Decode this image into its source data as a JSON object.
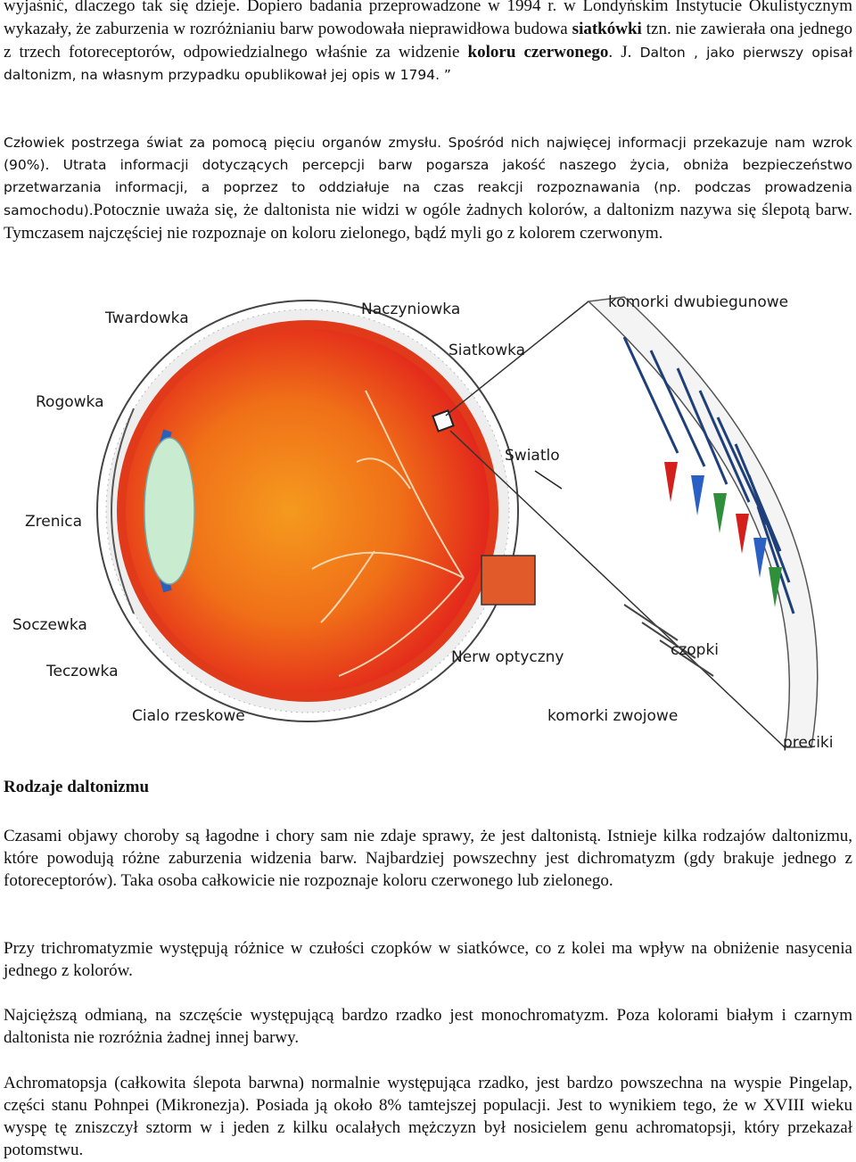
{
  "intro": {
    "s1": "wyjaśnić, dlaczego tak się dzieje. Dopiero badania przeprowadzone w 1994 r. w Londyńskim Instytucie Okulistycznym wykazały, że zaburzenia w rozróżnianiu barw powodowała nieprawidłowa budowa ",
    "s1_bold": "siatkówki",
    "s2": " tzn. nie zawierała ona jednego z trzech fotoreceptorów, odpowiedzialnego właśnie za widzenie ",
    "s2_bold": "koloru czerwonego",
    "s3": ". J.",
    "s4": " Dalton , jako pierwszy opisał daltonizm, na własnym przypadku opublikował jej opis  w 1794. ”"
  },
  "human": {
    "s1": "Człowiek postrzega świat za pomocą pięciu organów zmysłu. Spośród nich najwięcej informacji przekazuje nam wzrok (90%). Utrata informacji dotyczących percepcji barw pogarsza jakość naszego życia, obniża bezpieczeństwo przetwarzania informacji, a poprzez to oddziałuje na czas reakcji rozpoznawania (np. podczas prowadzenia samochodu).",
    "s2": "Potocznie uważa się, że daltonista nie widzi w ogóle żadnych kolorów, a daltonizm nazywa się ślepotą barw. Tymczasem najczęściej nie rozpoznaje on koloru zielonego, bądź myli go z kolorem czerwonym."
  },
  "figure": {
    "labels": {
      "twardowka": "Twardowka",
      "naczyniowka": "Naczyniowka",
      "siatkowka": "Siatkowka",
      "rogowka": "Rogowka",
      "zrenica": "Zrenica",
      "soczewka": "Soczewka",
      "teczowka": "Teczowka",
      "cialo_rzeskowe": "Cialo rzeskowe",
      "nerw_optyczny": "Nerw optyczny",
      "swiatlo": "Swiatlo",
      "komorki_dwubiegunowe": "komorki dwubiegunowe",
      "czopki": "czopki",
      "komorki_zwojowe": "komorki zwojowe",
      "preciki": "preciki"
    },
    "colors": {
      "eye_red": "#e8281c",
      "eye_orange": "#f28a1a",
      "sclera": "#f2f2f2",
      "lens": "#c9ecd0",
      "iris": "#2d5fb8",
      "cone_red": "#d3201c",
      "cone_blue": "#2a60c4",
      "cone_green": "#2f8f3a"
    }
  },
  "heading": "Rodzaje daltonizmu",
  "symptoms": "Czasami objawy choroby są łagodne i chory sam nie zdaje sprawy, że jest daltonistą. Istnieje kilka rodzajów daltonizmu, które powodują różne zaburzenia widzenia barw. Najbardziej powszechny jest  dichromatyzm (gdy brakuje jednego z fotoreceptorów). Taka osoba całkowicie nie rozpoznaje koloru czerwonego lub zielonego.",
  "trichro": "Przy trichromatyzmie występują  różnice w czułości czopków w siatkówce, co z kolei ma wpływ na obniżenie nasycenia jednego z kolorów.",
  "mono": "Najcięższą odmianą, na szczęście występującą bardzo rzadko  jest monochromatyzm. Poza kolorami białym i czarnym daltonista nie rozróżnia żadnej innej barwy.",
  "achro": "Achromatopsja (całkowita ślepota barwna) normalnie występująca rzadko, jest bardzo powszechna na wyspie Pingelap, części stanu Pohnpei (Mikronezja). Posiada ją około 8%  tamtejszej populacji. Jest to wynikiem tego, że w XVIII wieku wyspę tę zniszczył sztorm w i jeden z kilku ocalałych mężczyzn był nosicielem genu achromatopsji, który przekazał potomstwu."
}
